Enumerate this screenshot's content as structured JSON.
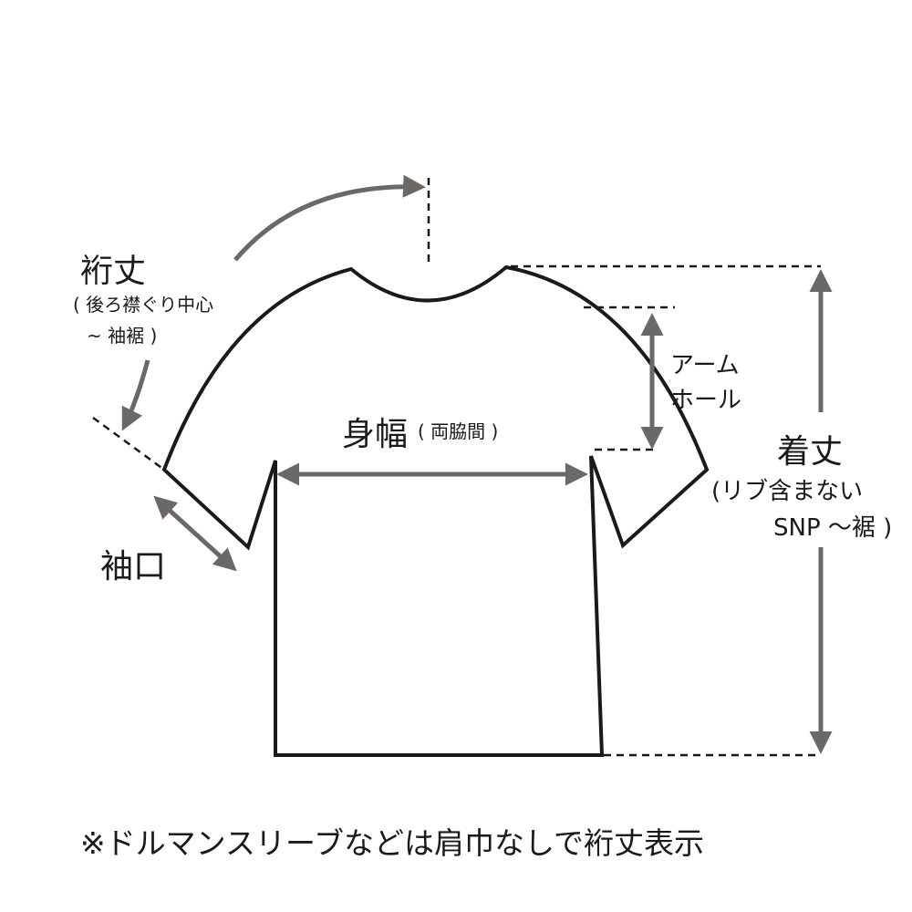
{
  "labels": {
    "yuki": "裄丈",
    "yuki_note_1": "( 後ろ襟ぐり中心",
    "yuki_note_2": "~ 袖裾 )",
    "sodeguchi": "袖口",
    "mihaba": "身幅",
    "mihaba_note": "( 両脇間 )",
    "armhole_1": "アーム",
    "armhole_2": "ホール",
    "kitake": "着丈",
    "kitake_note_1": "(リブ含まない",
    "kitake_note_2": "SNP ～裾 )"
  },
  "footnote": "※ドルマンスリーブなどは肩巾なしで裄丈表示",
  "colors": {
    "outline": "#1a1a1a",
    "arrow": "#6b6868"
  }
}
